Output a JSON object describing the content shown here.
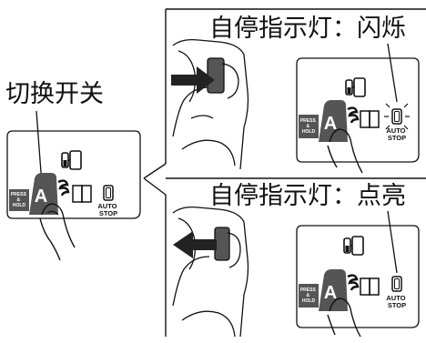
{
  "labels": {
    "selector_switch": "切换开关",
    "indicator_flashing": "自停指示灯：闪烁",
    "indicator_lit": "自停指示灯：点亮"
  },
  "panel": {
    "press_hold_lines": [
      "PRESS",
      "&",
      "HOLD"
    ],
    "mode_letter": "A",
    "auto_stop_lines": [
      "AUTO",
      "STOP"
    ]
  }
}
